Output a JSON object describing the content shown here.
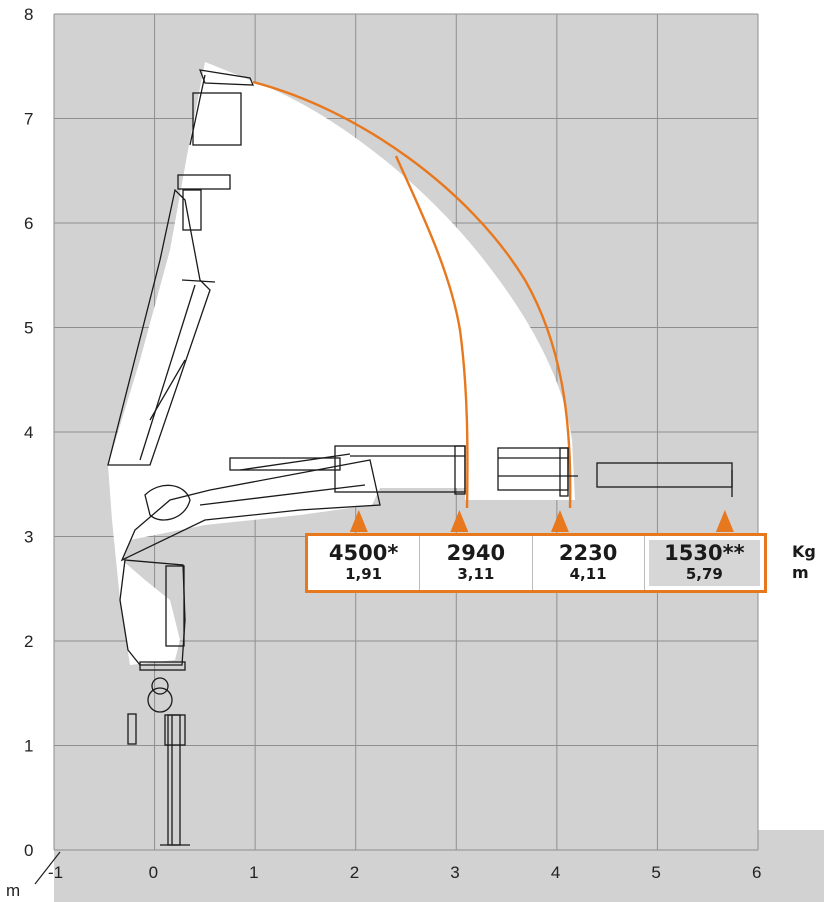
{
  "axes": {
    "x_ticks": [
      "-1",
      "0",
      "1",
      "2",
      "3",
      "4",
      "5",
      "6"
    ],
    "y_ticks": [
      "0",
      "1",
      "2",
      "3",
      "4",
      "5",
      "6",
      "7",
      "8"
    ],
    "x_range": [
      -1,
      6
    ],
    "y_range": [
      0,
      8
    ],
    "unit_label": "m",
    "grid": true
  },
  "capacity": {
    "units_load": "Kg",
    "units_reach": "m",
    "items": [
      {
        "load": "4500*",
        "reach": "1,91",
        "x": 2.15,
        "highlighted": false
      },
      {
        "load": "2940",
        "reach": "3,11",
        "x": 3.15,
        "highlighted": false
      },
      {
        "load": "2230",
        "reach": "4,11",
        "x": 4.15,
        "highlighted": false
      },
      {
        "load": "1530**",
        "reach": "5,79",
        "x": 5.79,
        "highlighted": true
      }
    ]
  },
  "colors": {
    "grid_bg": "#d2d2d2",
    "grid_line": "#8f8f8f",
    "accent": "#e8781e",
    "envelope": "#ffffff",
    "crane": "#1a1a1a"
  },
  "icons": [
    "crane-outline",
    "capacity-marker-triangle"
  ]
}
